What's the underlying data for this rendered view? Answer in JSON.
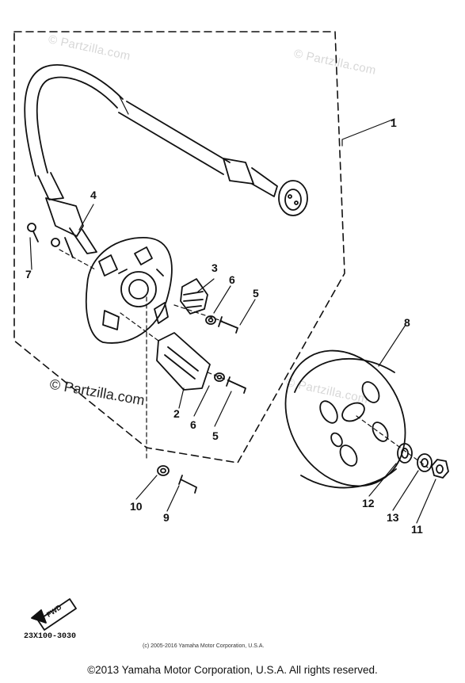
{
  "callouts": {
    "c1": "1",
    "c2": "2",
    "c3": "3",
    "c4": "4",
    "c5a": "5",
    "c5b": "5",
    "c6a": "6",
    "c6b": "6",
    "c7": "7",
    "c8": "8",
    "c9": "9",
    "c10": "10",
    "c11": "11",
    "c12": "12",
    "c13": "13"
  },
  "watermarks": {
    "w1": "© Partzilla.com",
    "w2": "© Partzilla.com",
    "w3": "© Partzilla.com",
    "w4": "© Partzilla.com"
  },
  "diagram_code": "23X100-3030",
  "fwd_label": "FWD",
  "small_copyright": "(c) 2005-2016 Yamaha Motor Corporation, U.S.A.",
  "footer_copyright": "©2013 Yamaha Motor Corporation, U.S.A. All rights reserved."
}
